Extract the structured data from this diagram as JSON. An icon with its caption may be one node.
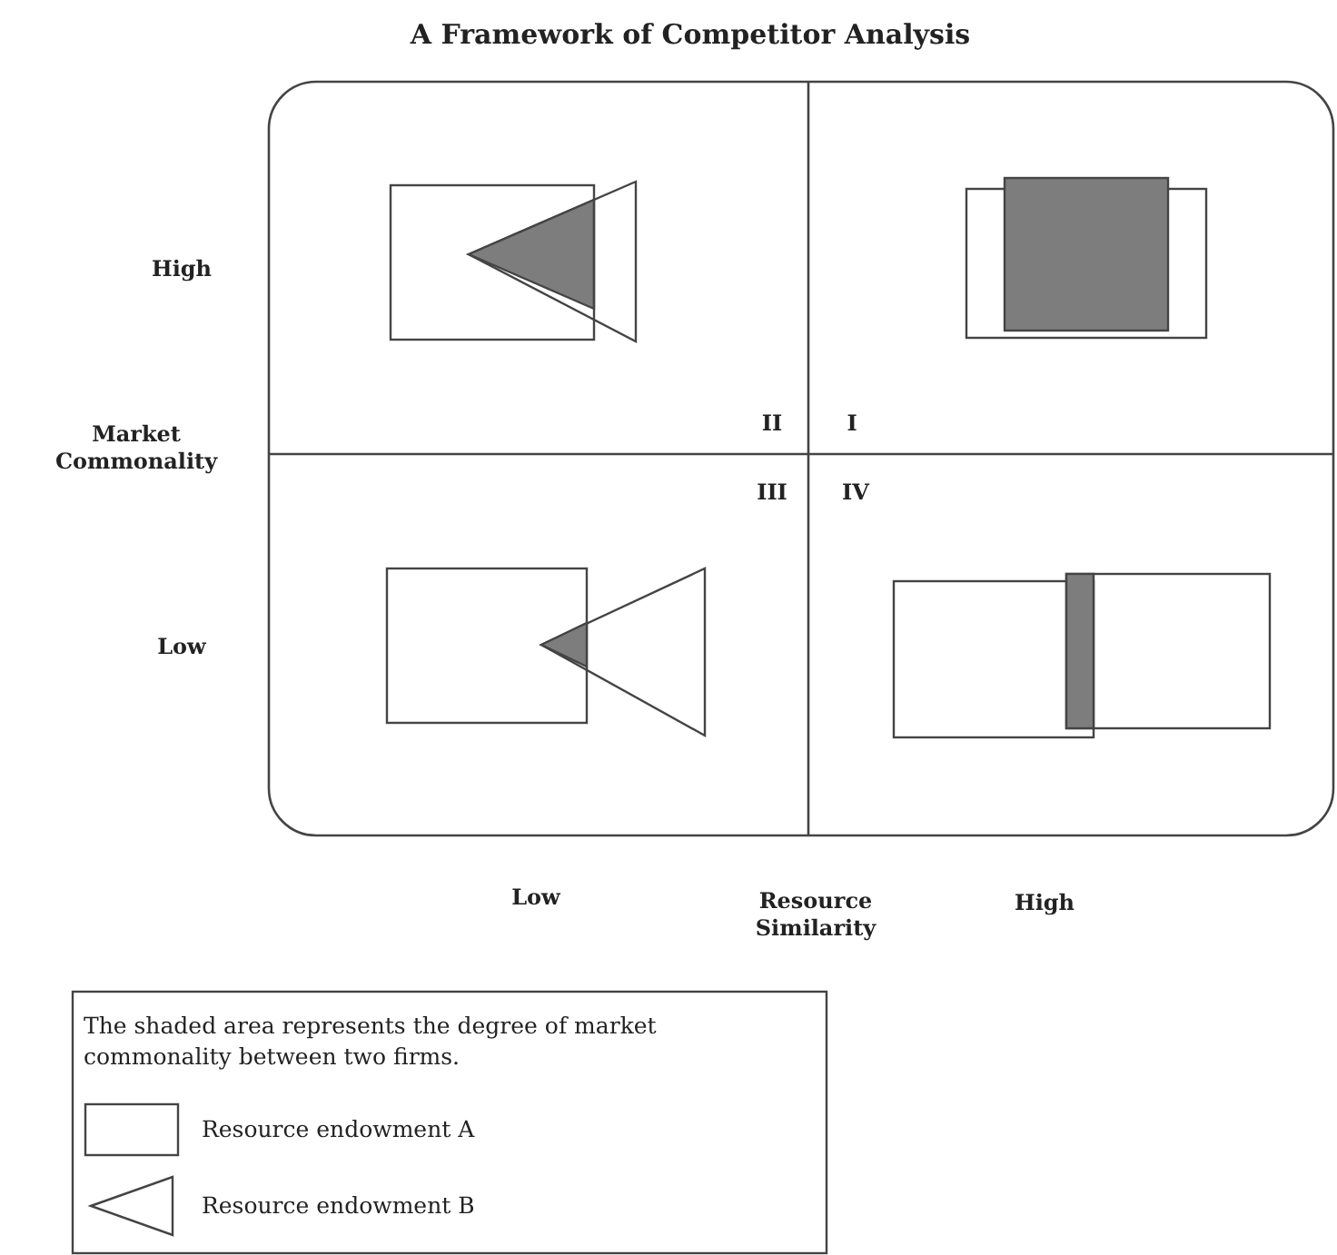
{
  "diagram": {
    "title": "A Framework of Competitor Analysis",
    "labels": [
      "High",
      "II",
      "I",
      "Market Commonality",
      "III",
      "IV",
      "Low",
      "Low",
      "Resource Similarity",
      "High",
      "The shaded area represents the degree of market commonality between two firms."
    ],
    "legend": [
      {
        "text": "Resource endowment A"
      },
      {
        "text": "Resource endowment B"
      }
    ]
  }
}
